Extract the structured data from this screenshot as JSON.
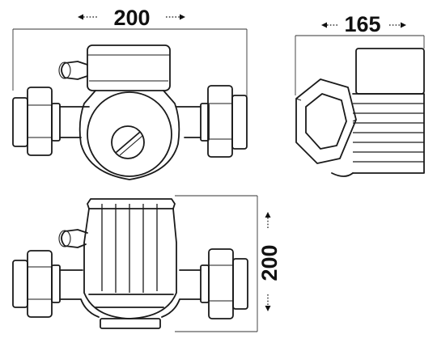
{
  "dimensions": {
    "front_width": "200",
    "side_width": "165",
    "bottom_height": "200"
  }
}
